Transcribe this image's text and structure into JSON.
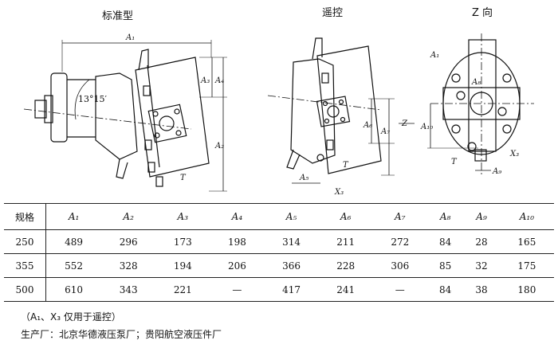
{
  "figure": {
    "view_titles": [
      "标准型",
      "遥控",
      "Z 向"
    ],
    "angle_label": "13°15′",
    "dimension_labels": {
      "a1": "A₁",
      "a2": "A₂",
      "a3": "A₃",
      "a4": "A₄",
      "a5": "A₅",
      "a6": "A₆",
      "a7": "A₇",
      "a8": "A₈",
      "a9": "A₉",
      "a10": "A₁₀",
      "t": "T",
      "x3": "X₃",
      "z": "Z"
    }
  },
  "table": {
    "columns": [
      "规格",
      "A₁",
      "A₂",
      "A₃",
      "A₄",
      "A₅",
      "A₆",
      "A₇",
      "A₈",
      "A₉",
      "A₁₀"
    ],
    "rows": [
      [
        "250",
        "489",
        "296",
        "173",
        "198",
        "314",
        "211",
        "272",
        "84",
        "28",
        "165"
      ],
      [
        "355",
        "552",
        "328",
        "194",
        "206",
        "366",
        "228",
        "306",
        "85",
        "32",
        "175"
      ],
      [
        "500",
        "610",
        "343",
        "221",
        "—",
        "417",
        "241",
        "—",
        "84",
        "38",
        "180"
      ]
    ]
  },
  "notes": {
    "remark": "（A₁、X₃ 仅用于遥控）",
    "manufacturer": "生产厂：北京华德液压泵厂；贵阳航空液压件厂"
  }
}
